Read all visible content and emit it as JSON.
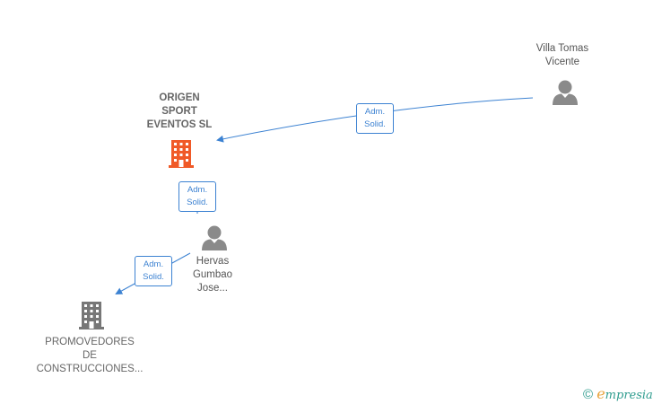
{
  "nodes": {
    "origen": {
      "lines": [
        "ORIGEN",
        "SPORT",
        "EVENTOS  SL"
      ],
      "color": "#f05a28"
    },
    "villa": {
      "lines": [
        "Villa Tomas",
        "Vicente"
      ]
    },
    "hervas": {
      "lines": [
        "Hervas",
        "Gumbao",
        "Jose..."
      ]
    },
    "promovedores": {
      "lines": [
        "PROMOVEDORES",
        "DE",
        "CONSTRUCCIONES..."
      ],
      "color": "#777777"
    }
  },
  "edges": {
    "villa_origen": {
      "line1": "Adm.",
      "line2": "Solid."
    },
    "hervas_origen": {
      "line1": "Adm.",
      "line2": "Solid."
    },
    "hervas_promovedores": {
      "line1": "Adm.",
      "line2": "Solid."
    }
  },
  "colors": {
    "edge": "#3c82d2",
    "person": "#8a8a8a"
  },
  "watermark": {
    "copyright": "©",
    "brand_initial": "e",
    "brand_rest": "mpresia"
  }
}
